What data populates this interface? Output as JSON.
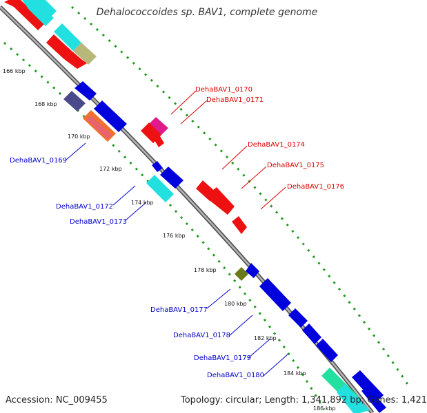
{
  "title": "Dehalococcoides sp. BAV1, complete genome",
  "footer": {
    "accession": "Accession: NC_009455",
    "summary": "Topology: circular; Length: 1,341,892 bp; Genes: 1,421"
  },
  "colors": {
    "backbone": "#8a8a8a",
    "forward_label": "#dd0000",
    "reverse_label": "#0000cc",
    "dots": "#229922"
  },
  "ticks": [
    "166 kbp",
    "168 kbp",
    "170 kbp",
    "172 kbp",
    "174 kbp",
    "176 kbp",
    "178 kbp",
    "180 kbp",
    "182 kbp",
    "184 kbp",
    "186 kbp"
  ],
  "forward_labels": [
    "DehaBAV1_0170",
    "DehaBAV1_0171",
    "DehaBAV1_0174",
    "DehaBAV1_0175",
    "DehaBAV1_0176"
  ],
  "reverse_labels": [
    "DehaBAV1_0169",
    "DehaBAV1_0172",
    "DehaBAV1_0173",
    "DehaBAV1_0177",
    "DehaBAV1_0178",
    "DehaBAV1_0179",
    "DehaBAV1_0180"
  ]
}
